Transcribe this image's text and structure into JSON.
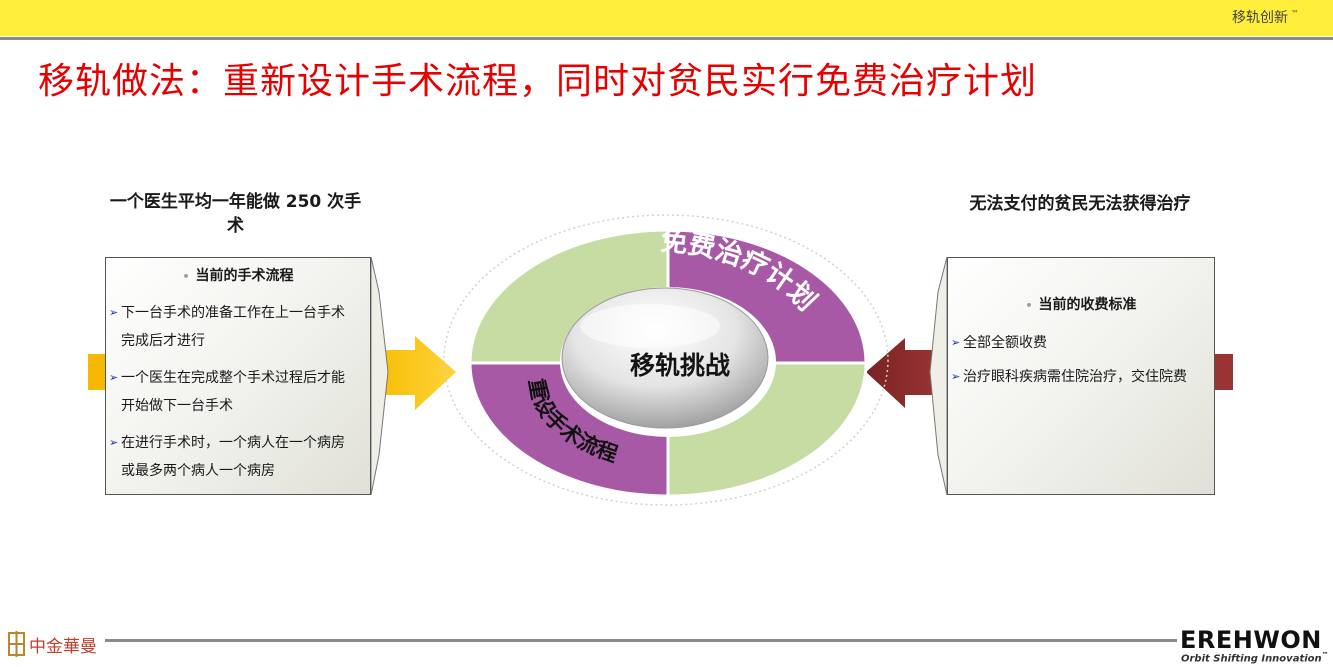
{
  "header": {
    "brand": "移轨创新",
    "brand_mark": "™",
    "title": "移轨做法：重新设计手术流程，同时对贫民实行免费治疗计划"
  },
  "left": {
    "heading": "一个医生平均一年能做 250 次手术",
    "box_title": "当前的手术流程",
    "items": [
      {
        "l1": "下一台手术的准备工作在上一台手术",
        "l2": "完成后才进行"
      },
      {
        "l1": "一个医生在完成整个手术过程后才能",
        "l2": "开始做下一台手术"
      },
      {
        "l1": "在进行手术时，一个病人在一个病房",
        "l2": "或最多两个病人一个病房"
      }
    ]
  },
  "right": {
    "heading": "无法支付的贫民无法获得治疗",
    "box_title": "当前的收费标准",
    "items": [
      {
        "l1": "全部全额收费"
      },
      {
        "l1": "治疗眼科疾病需住院治疗，交住院费"
      }
    ]
  },
  "ring": {
    "center": "移轨挑战",
    "seg_top_right": "免费治疗计划",
    "seg_bottom_left": "重设手术流程"
  },
  "footer": {
    "left_logo": "中金華曼",
    "right_logo": "EREHWON",
    "right_tagline": "Orbit Shifting Innovation",
    "right_tm": "™"
  },
  "colors": {
    "accent_red": "#e60000",
    "top_bar": "#ffef3a",
    "ring_green": "#c6dca2",
    "ring_purple": "#a759a5",
    "arrow_left": "#f7b800",
    "arrow_right": "#8e2b2b"
  }
}
